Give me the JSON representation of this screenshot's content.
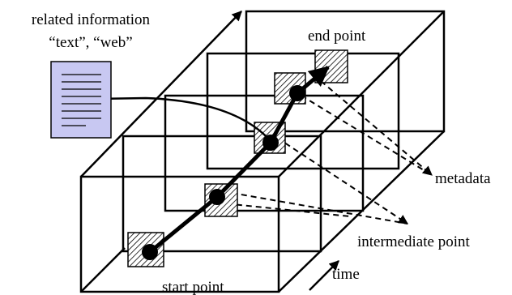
{
  "labels": {
    "related_info_line1": "related information",
    "related_info_line2": "“text”, “web”",
    "end_point": "end point",
    "metadata": "metadata",
    "intermediate_point": "intermediate point",
    "start_point": "start point",
    "time": "time"
  },
  "colors": {
    "stroke": "#000000",
    "document_fill": "#c8c8f2",
    "background": "#ffffff"
  },
  "icons": {
    "document": "text-document-icon"
  }
}
